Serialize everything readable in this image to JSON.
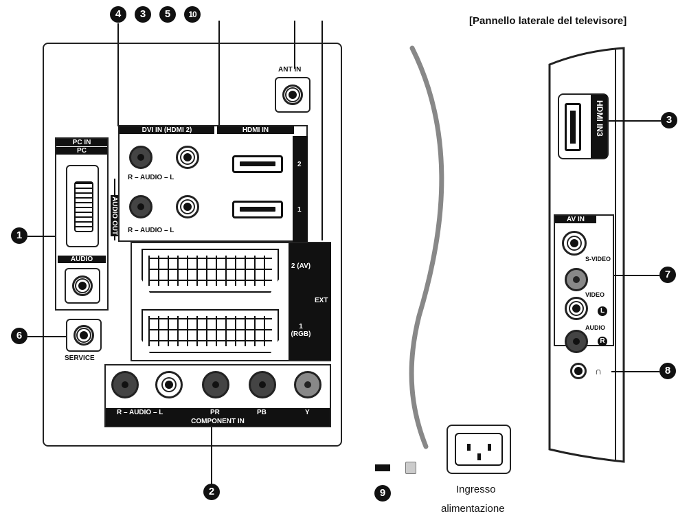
{
  "side_title": "[Pannello laterale del televisore]",
  "numbers": {
    "n1": "1",
    "n2": "2",
    "n3": "3",
    "n4": "4",
    "n5": "5",
    "n6": "6",
    "n7": "7",
    "n8": "8",
    "n9": "9",
    "n10": "10"
  },
  "back_panel": {
    "ant_in": "ANT IN",
    "pc_in": "PC IN",
    "pc": "PC",
    "audio": "AUDIO",
    "service": "SERVICE",
    "dvi_in": "DVI IN (HDMI 2)",
    "hdmi_in": "HDMI IN",
    "hdmi_2": "2",
    "hdmi_1": "1",
    "audio_row": "R  –  AUDIO  –  L",
    "audio_out": "AUDIO OUT",
    "ext": "EXT",
    "scart_2": "2 (AV)",
    "scart_1": "1 (RGB)",
    "component_audio": "R – AUDIO – L",
    "pr": "PR",
    "pb": "PB",
    "y": "Y",
    "component_in": "COMPONENT IN"
  },
  "side_panel": {
    "hdmi_in3": "HDMI IN3",
    "av_in": "AV IN",
    "s_video": "S-VIDEO",
    "video": "VIDEO",
    "audio": "AUDIO",
    "l": "L",
    "r": "R"
  },
  "power": {
    "line1": "Ingresso",
    "line2": "alimentazione"
  }
}
